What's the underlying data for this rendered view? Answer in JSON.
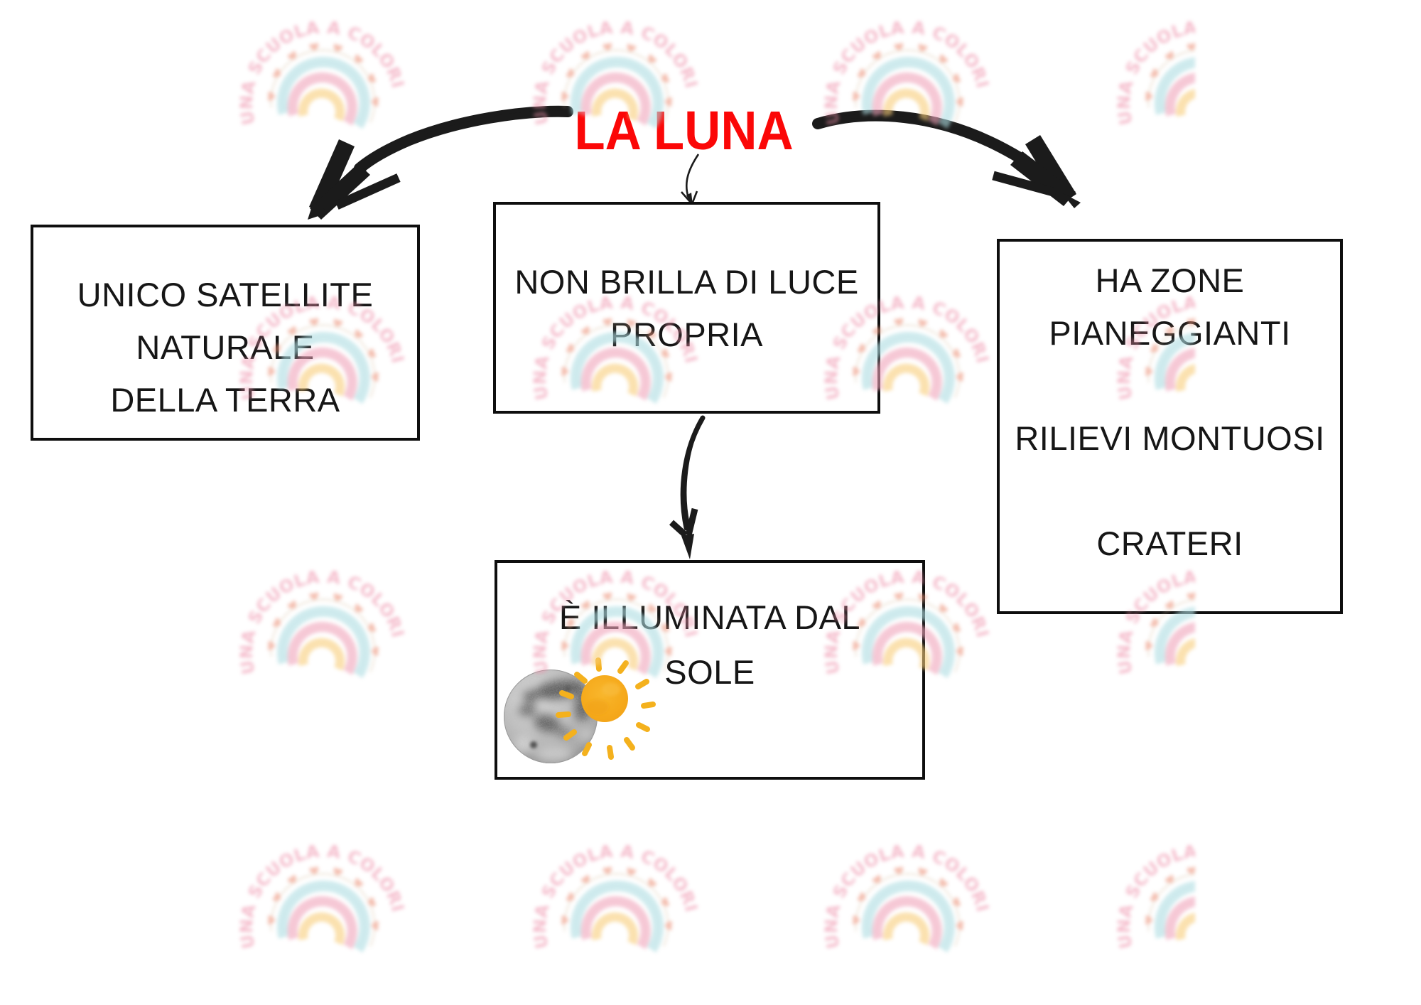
{
  "title": {
    "text": "LA LUNA",
    "color": "#fb0707"
  },
  "nodes": {
    "left": {
      "lines": [
        "UNICO SATELLITE",
        "NATURALE",
        "DELLA TERRA"
      ]
    },
    "center": {
      "lines": [
        "NON BRILLA DI LUCE",
        "PROPRIA"
      ]
    },
    "right": {
      "lines": [
        "HA ZONE",
        "PIANEGGIANTI",
        "",
        "RILIEVI MONTUOSI",
        "",
        "CRATERI"
      ]
    },
    "bottom": {
      "lines": [
        "È ILLUMINATA DAL",
        "SOLE"
      ]
    }
  },
  "watermark": {
    "text": "UNA SCUOLA A COLORI",
    "colors": {
      "text_pink": "#ee8fa9",
      "arc_teal": "#aedde2",
      "arc_pink": "#f0a4ba",
      "arc_yellow": "#f8cd7a",
      "hearts_coral": "#ec9077",
      "thread_tan": "#d9c3a6"
    }
  },
  "arrows": {
    "color": "#1b1b1b"
  },
  "icons": {
    "moon": {
      "name": "moon-photo-icon",
      "base_gray": "#b9b9b9"
    },
    "sun": {
      "name": "sun-watercolor-icon",
      "body": "#f6ac1e",
      "rays": "#f4b51f"
    }
  }
}
